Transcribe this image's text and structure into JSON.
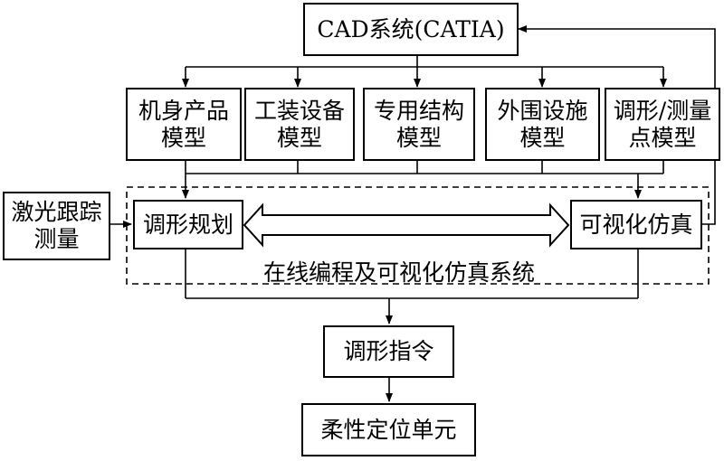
{
  "nodes": {
    "cad": "CAD系统(CATIA)",
    "models": [
      {
        "line1": "机身产品",
        "line2": "模型"
      },
      {
        "line1": "工装设备",
        "line2": "模型"
      },
      {
        "line1": "专用结构",
        "line2": "模型"
      },
      {
        "line1": "外围设施",
        "line2": "模型"
      },
      {
        "line1": "调形/测量",
        "line2": "点模型"
      }
    ],
    "laser": {
      "line1": "激光跟踪",
      "line2": "测量"
    },
    "planning": "调形规划",
    "simulation": "可视化仿真",
    "system_label": "在线编程及可视化仿真系统",
    "instruction": "调形指令",
    "unit": "柔性定位单元"
  }
}
